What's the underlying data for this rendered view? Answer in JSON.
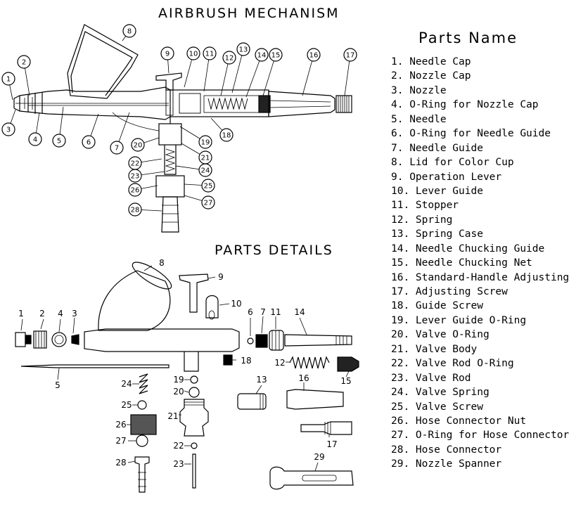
{
  "title": "AIRBRUSH MECHANISM",
  "details_title": "PARTS DETAILS",
  "parts_heading": "Parts Name",
  "parts": [
    "1. Needle Cap",
    "2. Nozzle Cap",
    "3. Nozzle",
    "4. O-Ring for Nozzle Cap",
    "5. Needle",
    "6. O-Ring for Needle Guide",
    "7. Needle Guide",
    "8. Lid for Color Cup",
    "9. Operation Lever",
    "10. Lever Guide",
    "11. Stopper",
    "12. Spring",
    "13. Spring Case",
    "14.  Needle Chucking Guide",
    "15.  Needle Chucking Net",
    "16.  Standard-Handle Adjusting",
    "17.  Adjusting Screw",
    "18.  Guide Screw",
    "19.  Lever Guide O-Ring",
    "20.  Valve O-Ring",
    "21.  Valve Body",
    "22.  Valve Rod O-Ring",
    "23.  Valve Rod",
    "24.  Valve Spring",
    "25.  Valve Screw",
    "26.  Hose Connector Nut",
    "27.  O-Ring for Hose Connector",
    "28.  Hose Connector",
    "29.  Nozzle Spanner"
  ],
  "mech_callouts": [
    "1",
    "2",
    "3",
    "4",
    "5",
    "6",
    "7",
    "8",
    "9",
    "10",
    "11",
    "12",
    "13",
    "14",
    "15",
    "16",
    "17",
    "18",
    "19",
    "20",
    "21",
    "22",
    "23",
    "24",
    "25",
    "26",
    "27",
    "28"
  ],
  "detail_labels": [
    "1",
    "2",
    "4",
    "3",
    "5",
    "6",
    "7",
    "8",
    "9",
    "10",
    "11",
    "12",
    "13",
    "14",
    "15",
    "16",
    "17",
    "18",
    "19",
    "20",
    "21",
    "22",
    "23",
    "24",
    "25",
    "26",
    "27",
    "28",
    "29"
  ]
}
